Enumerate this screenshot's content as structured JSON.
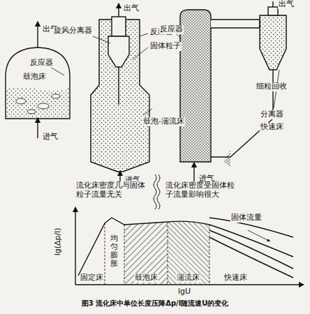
{
  "diagram": {
    "caption": "图3 流化床中单位长度压降Δp/l随流速U的变化",
    "labels": [
      "出气",
      "反应器",
      "鼓泡床",
      "进气",
      "出气",
      "旋风分离器",
      "反应器",
      "固体粒子",
      "鼓泡-湍流床",
      "进气",
      "出气",
      "反应器",
      "细粒回收",
      "分离器",
      "快速床",
      "进气",
      "流化床密度几与固体粒子流量无关",
      "流化床密度受固体粒子流量影响很大",
      "lg(Δp/l)",
      "lgU",
      "固定床",
      "均匀膨胀",
      "鼓泡床",
      "湍流床",
      "快速床",
      "固体流量"
    ]
  }
}
